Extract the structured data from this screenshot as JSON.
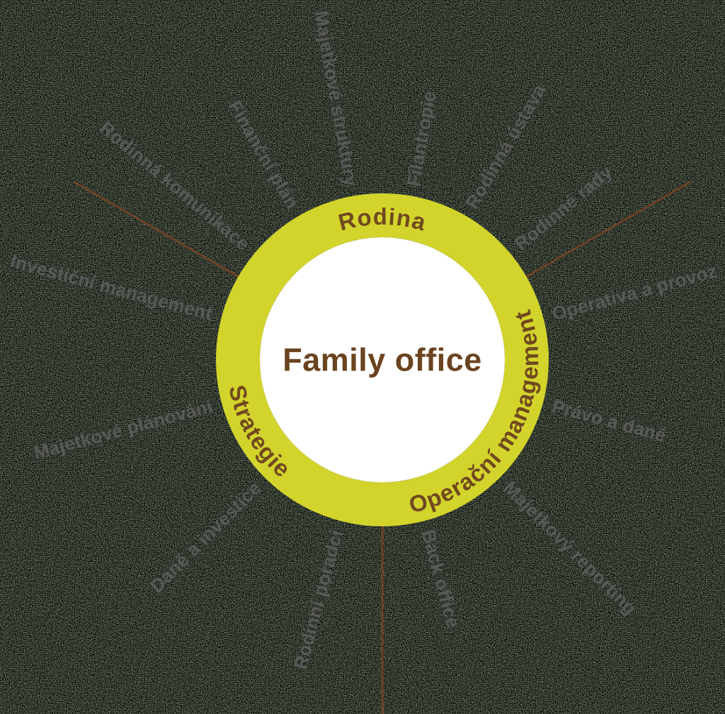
{
  "diagram": {
    "center": {
      "label": "Family office"
    },
    "ring": {
      "segments": [
        {
          "label": "Rodina",
          "arc_position": "top"
        },
        {
          "label": "Operační management",
          "arc_position": "bottom-right"
        },
        {
          "label": "Strategie",
          "arc_position": "bottom-left"
        }
      ],
      "divider_angles_deg": [
        30,
        150,
        270
      ]
    },
    "branches": [
      {
        "label": "Rodinná komunikace",
        "angle_deg": 140,
        "group": "Rodina"
      },
      {
        "label": "Finanční plán",
        "angle_deg": 120,
        "group": "Rodina"
      },
      {
        "label": "Majetkové struktury",
        "angle_deg": 100,
        "group": "Rodina"
      },
      {
        "label": "Filantropie",
        "angle_deg": 80,
        "group": "Rodina"
      },
      {
        "label": "Rodinná ústava",
        "angle_deg": 60,
        "group": "Rodina"
      },
      {
        "label": "Rodinné rady",
        "angle_deg": 40,
        "group": "Rodina"
      },
      {
        "label": "Operativa a provoz",
        "angle_deg": 15,
        "group": "Operační management"
      },
      {
        "label": "Právo a daně",
        "angle_deg": -15,
        "group": "Operační management"
      },
      {
        "label": "Majetkový reporting",
        "angle_deg": -45,
        "group": "Operační management"
      },
      {
        "label": "Back office",
        "angle_deg": -75,
        "group": "Operační management"
      },
      {
        "label": "Rodinní poradci",
        "angle_deg": 255,
        "group": "Strategie"
      },
      {
        "label": "Daně a investice",
        "angle_deg": 225,
        "group": "Strategie"
      },
      {
        "label": "Majetkové plánování",
        "angle_deg": 195,
        "group": "Strategie"
      },
      {
        "label": "Investiční management",
        "angle_deg": 165,
        "group": "Strategie"
      }
    ]
  },
  "colors": {
    "background": "#6e7e67",
    "ring": "#d2d42c",
    "inner_circle": "#ffffff",
    "ring_text": "#70481f",
    "center_text": "#6b441f",
    "branch_text": "#595959",
    "line": "#6d4226"
  }
}
